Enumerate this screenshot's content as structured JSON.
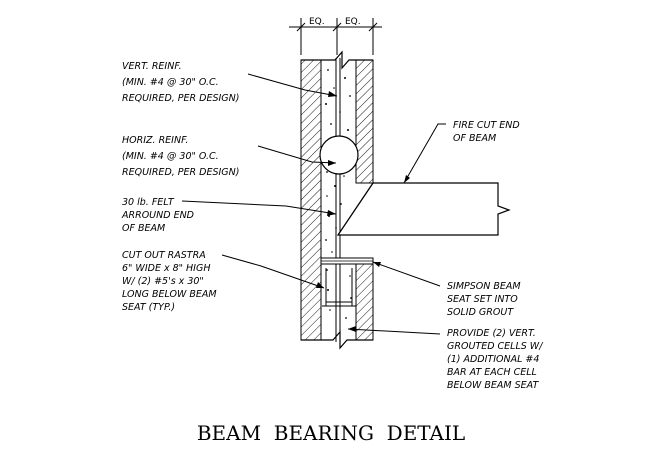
{
  "dimension": {
    "label_left": "EQ.",
    "label_right": "EQ."
  },
  "notes": {
    "vert_reinf": [
      "VERT. REINF.",
      "(MIN. #4 @ 30\" O.C.",
      "REQUIRED, PER DESIGN)"
    ],
    "horiz_reinf": [
      "HORIZ. REINF.",
      "(MIN. #4 @ 30\" O.C.",
      "REQUIRED, PER DESIGN)"
    ],
    "felt": [
      "30 lb. FELT",
      "ARROUND END",
      "OF BEAM"
    ],
    "rastra": [
      "CUT OUT RASTRA",
      "6\" WIDE x 8\" HIGH",
      "W/ (2) #5's x 30\"",
      "LONG BELOW BEAM",
      "SEAT (TYP.)"
    ],
    "fire_cut": [
      "FIRE CUT END",
      "OF BEAM"
    ],
    "simpson": [
      "SIMPSON BEAM",
      "SEAT SET INTO",
      "SOLID GROUT"
    ],
    "grouted": [
      "PROVIDE (2) VERT.",
      "GROUTED CELLS W/",
      "(1) ADDITIONAL #4",
      "BAR AT EACH CELL",
      "BELOW BEAM SEAT"
    ]
  },
  "title": "BEAM  BEARING  DETAIL"
}
